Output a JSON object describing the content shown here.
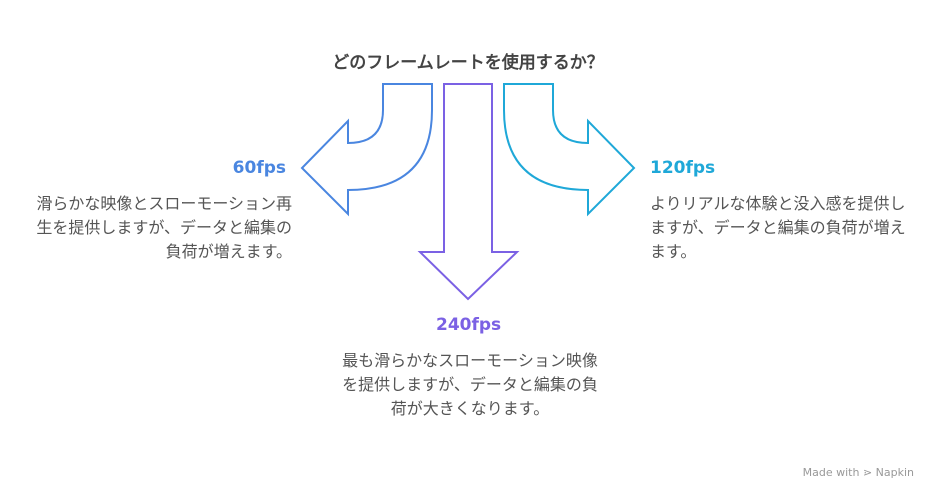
{
  "title": "どのフレームレートを使用するか？",
  "options": [
    {
      "label": "60fps",
      "color": "#4a86e0",
      "description": "滑らかな映像とスローモーション再生を提供しますが、データと編集の負荷が増えます。"
    },
    {
      "label": "240fps",
      "color": "#7b61e4",
      "description": "最も滑らかなスローモーション映像を提供しますが、データと編集の負荷が大きくなります。"
    },
    {
      "label": "120fps",
      "color": "#1fa8d8",
      "description": "よりリアルな体験と没入感を提供しますが、データと編集の負荷が増えます。"
    }
  ],
  "watermark": "Made with ⋗ Napkin"
}
